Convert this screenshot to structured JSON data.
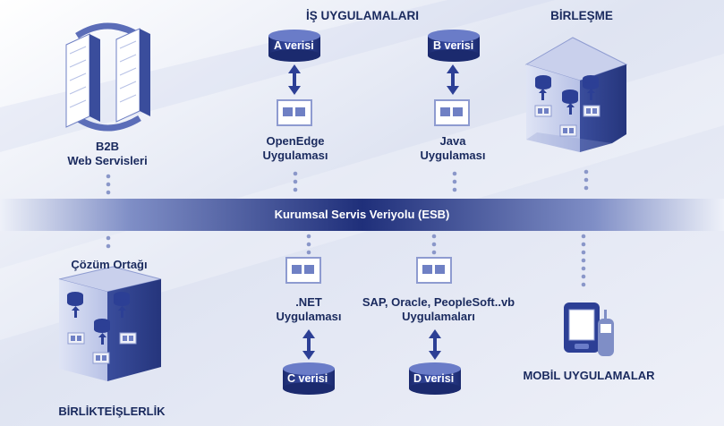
{
  "top_title": "İŞ UYGULAMALARI",
  "bus_label": "Kurumsal Servis Veriyolu (ESB)",
  "b2b": {
    "line1": "B2B",
    "line2": "Web Servisleri"
  },
  "merge_title": "BİRLEŞME",
  "openedge": {
    "line1": "OpenEdge",
    "line2": "Uygulaması"
  },
  "java": {
    "line1": "Java",
    "line2": "Uygulaması"
  },
  "partner_title": "Çözüm Ortağı",
  "collab_title": "BİRLİKTEİŞLERLİK",
  "dotnet": {
    "line1": ".NET",
    "line2": "Uygulaması"
  },
  "sap": {
    "line1": "SAP, Oracle, PeopleSoft..vb",
    "line2": "Uygulamaları"
  },
  "mobile_title": "MOBİL UYGULAMALAR",
  "db_a": "A verisi",
  "db_b": "B verisi",
  "db_c": "C verisi",
  "db_d": "D verisi",
  "colors": {
    "text": "#1a2a5e",
    "bus": "#1f2f7a",
    "db": "#2c3f95",
    "building": "#9aa7d6"
  }
}
